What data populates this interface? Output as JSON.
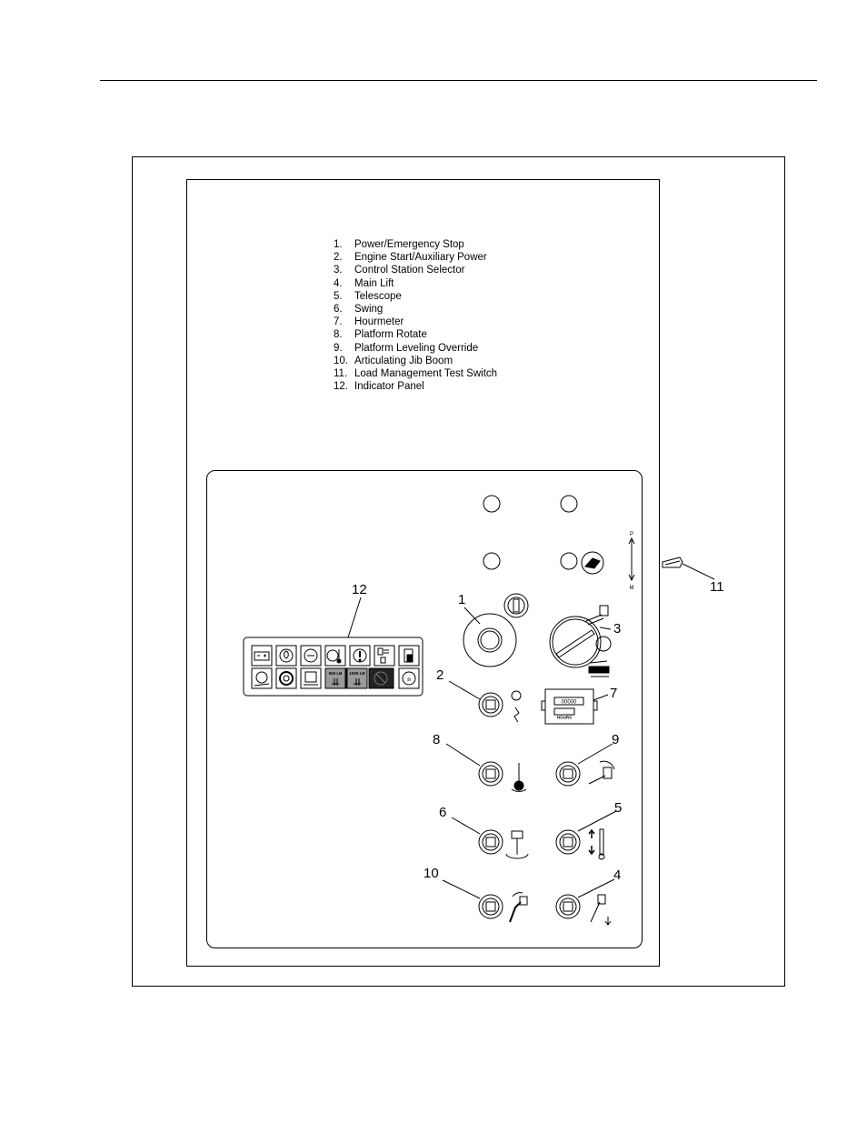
{
  "legend": [
    {
      "num": "1.",
      "label": "Power/Emergency Stop"
    },
    {
      "num": "2.",
      "label": "Engine Start/Auxiliary Power"
    },
    {
      "num": "3.",
      "label": "Control Station Selector"
    },
    {
      "num": "4.",
      "label": "Main Lift"
    },
    {
      "num": "5.",
      "label": "Telescope"
    },
    {
      "num": "6.",
      "label": "Swing"
    },
    {
      "num": "7.",
      "label": "Hourmeter"
    },
    {
      "num": "8.",
      "label": "Platform Rotate"
    },
    {
      "num": "9.",
      "label": "Platform Leveling Override"
    },
    {
      "num": "10.",
      "label": "Articulating Jib Boom"
    },
    {
      "num": "11.",
      "label": "Load Management Test Switch"
    },
    {
      "num": "12.",
      "label": "Indicator Panel"
    }
  ],
  "callouts": {
    "c1": "1",
    "c2": "2",
    "c3": "3",
    "c4": "4",
    "c5": "5",
    "c6": "6",
    "c7": "7",
    "c8": "8",
    "c9": "9",
    "c10": "10",
    "c11": "11",
    "c12": "12"
  },
  "test_switch": {
    "top_label": "P",
    "bottom_label": "M"
  },
  "indicator_panel": {
    "load_left": "500 LB",
    "load_right": "1000 LB",
    "limit_icon_text": "Ω"
  },
  "hourmeter": {
    "digits": "00000",
    "unit": "HOURS"
  },
  "icons": {
    "battery": "battery-icon",
    "oil": "oil-pressure-icon",
    "coolant": "coolant-icon",
    "warning": "warning-icon",
    "fuel": "fuel-icon",
    "glow_plug": "glow-plug-icon",
    "tilt": "tilt-alarm-icon",
    "overload": "overload-icon"
  },
  "colors": {
    "line": "#000000",
    "panel_dark": "#222222",
    "panel_grey": "#9a9a9a",
    "background": "#ffffff"
  }
}
